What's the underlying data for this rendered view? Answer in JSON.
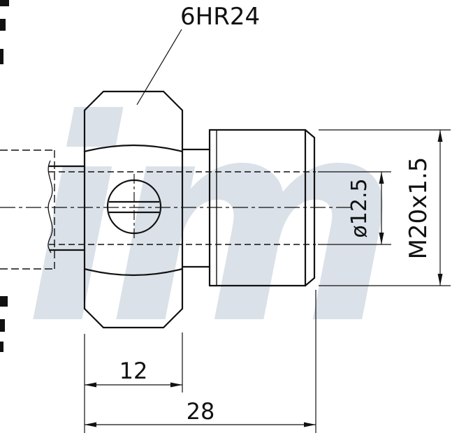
{
  "drawing": {
    "callout_label": "6HR24",
    "dimensions": {
      "inner_diameter": "ø12.5",
      "thread": "M20x1.5",
      "hex_length": "12",
      "total_length": "28"
    },
    "watermark": "im",
    "colors": {
      "line": "#111111",
      "watermark": "#bccad7",
      "background": "#ffffff"
    }
  }
}
